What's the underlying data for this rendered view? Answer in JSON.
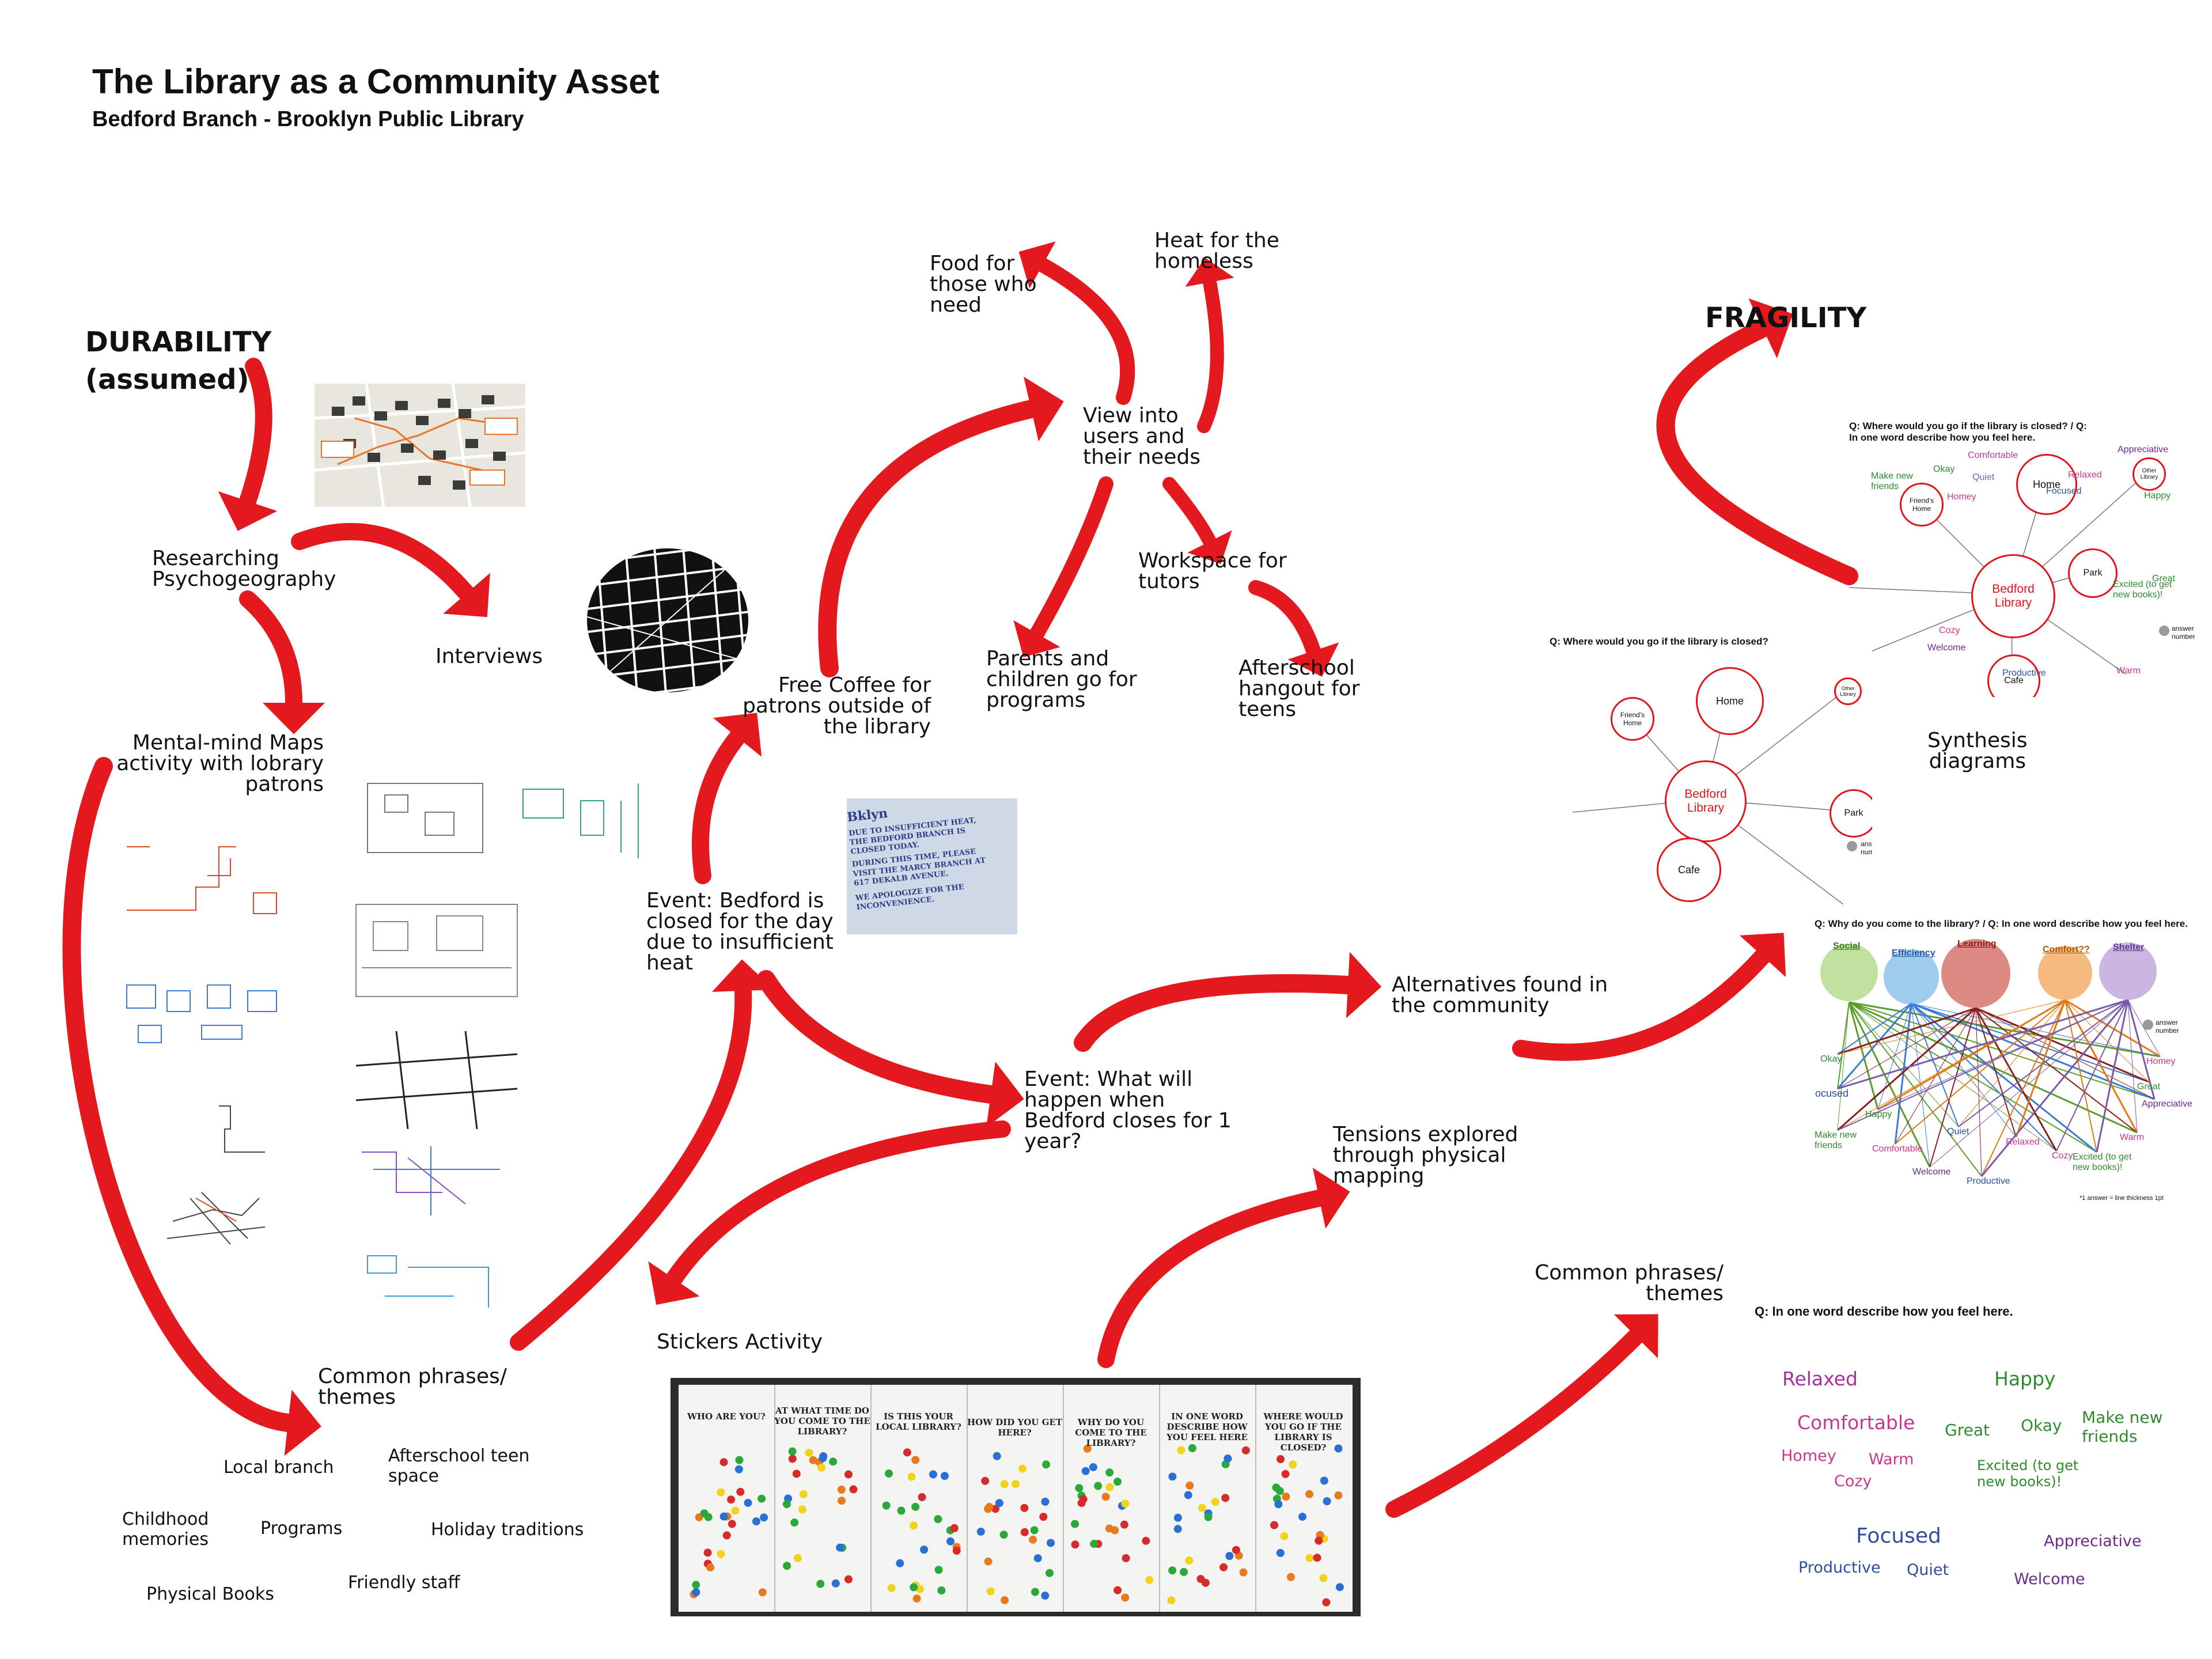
{
  "title": "The Library as a Community Asset",
  "subtitle": "Bedford Branch - Brooklyn Public Library",
  "durability": [
    "DURABILITY",
    "(assumed)"
  ],
  "fragility": "FRAGILITY",
  "labels": {
    "researching": [
      "Researching",
      "Psychogeography"
    ],
    "interviews": "Interviews",
    "mental_maps": [
      "Mental-mind Maps",
      "activity with lobrary",
      "patrons"
    ],
    "common_phrases_left": [
      "Common phrases/",
      "themes"
    ],
    "free_coffee": [
      "Free Coffee for",
      "patrons outside of",
      "the library"
    ],
    "event_closed": [
      "Event: Bedford is",
      "closed for the day",
      "due to insufficient",
      "heat"
    ],
    "food": [
      "Food for",
      "those who",
      "need"
    ],
    "heat_homeless": [
      "Heat for the",
      "homeless"
    ],
    "view_users": [
      "View into",
      "users and",
      "their needs"
    ],
    "workspace": [
      "Workspace for",
      "tutors"
    ],
    "parents": [
      "Parents and",
      "children go for",
      "programs"
    ],
    "afterschool": [
      "Afterschool",
      "hangout for",
      "teens"
    ],
    "alternatives": [
      "Alternatives found in",
      "the community"
    ],
    "event_year": [
      "Event: What will",
      "happen when",
      "Bedford closes for 1",
      "year?"
    ],
    "tensions": [
      "Tensions explored",
      "through physical",
      "mapping"
    ],
    "stickers": "Stickers Activity",
    "common_phrases_right": [
      "Common phrases/",
      "themes"
    ],
    "synthesis": [
      "Synthesis",
      "diagrams"
    ]
  },
  "left_phrases": [
    "Local branch",
    "Afterschool teen space",
    "Childhood memories",
    "Programs",
    "Holiday traditions",
    "Physical Books",
    "Friendly staff"
  ],
  "closure_notice": {
    "logo": "Bklyn",
    "lines": [
      "DUE TO INSUFFICIENT HEAT,",
      "THE BEDFORD BRANCH IS",
      "CLOSED TODAY.",
      "DURING THIS TIME, PLEASE",
      "VISIT THE MARCY BRANCH AT",
      "617 DEKALB AVENUE.",
      "WE APOLOGIZE FOR THE",
      "INCONVENIENCE."
    ]
  },
  "diagram1": {
    "question": "Q: Where would you go if the library is closed? / Q: In one word describe how you feel here.",
    "center": [
      "Bedford",
      "Library"
    ],
    "nodes": [
      "Home",
      "Park",
      "Cafe",
      "Friend's Home",
      "Other Library"
    ],
    "words": [
      "Comfortable",
      "Okay",
      "Relaxed",
      "Quiet",
      "Focused",
      "Happy",
      "Homey",
      "Make new friends",
      "Appreciative",
      "Great",
      "Excited (to get new books)!",
      "Cozy",
      "Welcome",
      "Productive",
      "Warm"
    ],
    "legend": "answer number"
  },
  "diagram2": {
    "question": "Q: Where would you go if the library is closed?",
    "center": [
      "Bedford",
      "Library"
    ],
    "nodes": [
      "Home",
      "Friend's Home",
      "Park",
      "Cafe",
      "Other Library"
    ],
    "legend": "answer number"
  },
  "diagram3": {
    "question": "Q: Why do you come to the library? / Q: In one word describe how you feel here.",
    "categories": [
      "Social",
      "Efficiency",
      "Learning",
      "Comfort??",
      "Shelter"
    ],
    "words": [
      "Okay",
      "Focused",
      "Happy",
      "Make new friends",
      "Comfortable",
      "Welcome",
      "Quiet",
      "Productive",
      "Relaxed",
      "Cozy",
      "Excited (to get new books)!",
      "Warm",
      "Great",
      "Appreciative",
      "Homey"
    ],
    "legend": "answer number",
    "note": "*1 answer = line thickness 1pt"
  },
  "feel_question": "Q: In one word describe how you feel here.",
  "cloud": [
    {
      "text": "Relaxed",
      "color": "#a8329a"
    },
    {
      "text": "Happy",
      "color": "#2e8b2e"
    },
    {
      "text": "Comfortable",
      "color": "#c4388e"
    },
    {
      "text": "Great",
      "color": "#2e8b2e"
    },
    {
      "text": "Okay",
      "color": "#2e8b2e"
    },
    {
      "text": "Make new friends",
      "color": "#2e8b2e"
    },
    {
      "text": "Homey",
      "color": "#c4388e"
    },
    {
      "text": "Warm",
      "color": "#c4388e"
    },
    {
      "text": "Cozy",
      "color": "#c4388e"
    },
    {
      "text": "Excited (to get new books)!",
      "color": "#2e8b2e"
    },
    {
      "text": "Focused",
      "color": "#2e4d9e"
    },
    {
      "text": "Appreciative",
      "color": "#6a2a8a"
    },
    {
      "text": "Productive",
      "color": "#2e4d9e"
    },
    {
      "text": "Quiet",
      "color": "#2e4d9e"
    },
    {
      "text": "Welcome",
      "color": "#6a2a8a"
    }
  ],
  "sticker_board": {
    "headers": [
      "WHO ARE YOU?",
      "AT WHAT TIME DO YOU COME TO THE LIBRARY?",
      "IS THIS YOUR LOCAL LIBRARY?",
      "HOW DID YOU GET HERE?",
      "WHY DO YOU COME TO THE LIBRARY?",
      "IN ONE WORD DESCRIBE HOW YOU FEEL HERE",
      "WHERE WOULD YOU GO IF THE LIBRARY IS CLOSED?"
    ]
  },
  "colors": {
    "accent": "#e3191e",
    "node": "#e0161b"
  }
}
